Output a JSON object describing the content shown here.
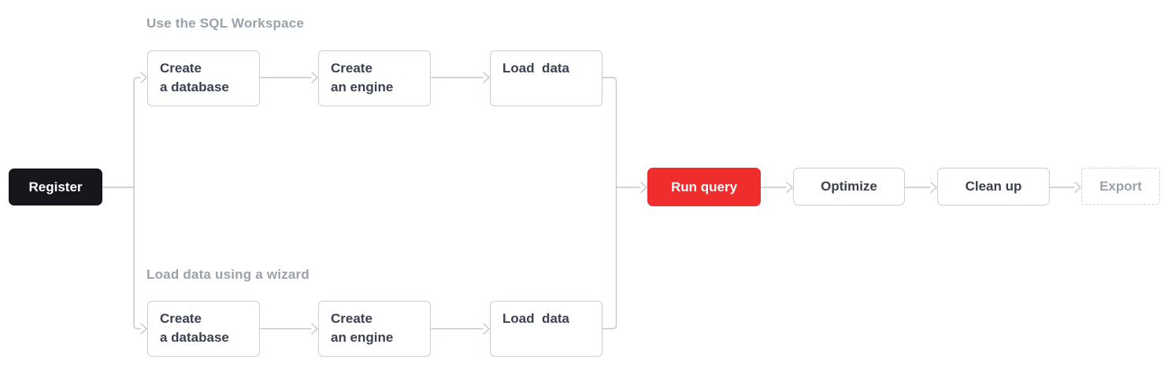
{
  "colors": {
    "background": "#ffffff",
    "accent_red": "#f02d2d",
    "register_bg": "#15171c",
    "box_border": "#c9ced6",
    "box_text": "#3b4150",
    "muted_text": "#9ba1ab",
    "connector": "#c2c7ce",
    "disabled_border": "#cdd2d9"
  },
  "diagram": {
    "start": {
      "label": "Register"
    },
    "branches": [
      {
        "label": "Use the SQL Workspace",
        "steps": [
          {
            "label": "Create\na database"
          },
          {
            "label": "Create\nan engine"
          },
          {
            "label": "Load  data"
          }
        ]
      },
      {
        "label": "Load data using a wizard",
        "steps": [
          {
            "label": "Create\na database"
          },
          {
            "label": "Create\nan engine"
          },
          {
            "label": "Load  data"
          }
        ]
      }
    ],
    "main_steps": [
      {
        "label": "Run query",
        "state": "active"
      },
      {
        "label": "Optimize",
        "state": "default"
      },
      {
        "label": "Clean up",
        "state": "default"
      },
      {
        "label": "Export",
        "state": "disabled"
      }
    ]
  }
}
